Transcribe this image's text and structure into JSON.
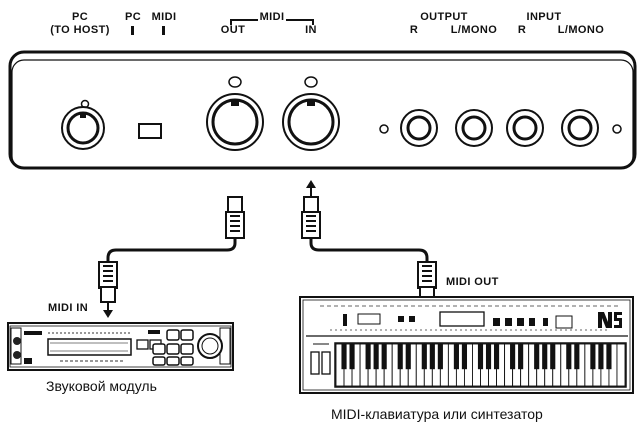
{
  "panel_labels": {
    "pc_top": "PC",
    "pc_to_host": "(TO HOST)",
    "pc_switch": "PC",
    "midi_switch": "MIDI",
    "midi_group": "MIDI",
    "midi_out": "OUT",
    "midi_in": "IN",
    "output": "OUTPUT",
    "output_r": "R",
    "output_lmono": "L/MONO",
    "input": "INPUT",
    "input_r": "R",
    "input_lmono": "L/MONO"
  },
  "devices": {
    "sound_module": {
      "port_label": "MIDI IN",
      "caption": "Звуковой модуль"
    },
    "keyboard": {
      "port_label": "MIDI OUT",
      "caption": "MIDI-клавиатура или  синтезатор"
    }
  }
}
